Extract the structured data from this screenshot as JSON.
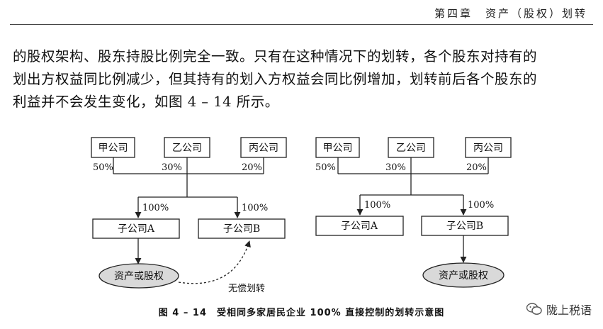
{
  "header": {
    "text": "第四章　资产（股权）划转"
  },
  "paragraph": {
    "lines": [
      "的股权架构、股东持股比例完全一致。只有在这种情况下的划转，各个股东对持有的",
      "划出方权益同比例减少，但其持有的划入方权益会同比例增加，划转前后各个股东的",
      "利益并不会发生变化，如图 4 – 14 所示。"
    ]
  },
  "left_diagram": {
    "shareholders": [
      {
        "name": "甲公司",
        "pct": "50%"
      },
      {
        "name": "乙公司",
        "pct": "30%"
      },
      {
        "name": "丙公司",
        "pct": "20%"
      }
    ],
    "sub_pct_a": "100%",
    "sub_pct_b": "100%",
    "sub_a": "子公司A",
    "sub_b": "子公司B",
    "asset": "资产或股权",
    "transfer_label": "无偿划转"
  },
  "right_diagram": {
    "shareholders": [
      {
        "name": "甲公司",
        "pct": "50%"
      },
      {
        "name": "乙公司",
        "pct": "30%"
      },
      {
        "name": "丙公司",
        "pct": "20%"
      }
    ],
    "sub_pct_a": "100%",
    "sub_pct_b": "100%",
    "sub_a": "子公司A",
    "sub_b": "子公司B",
    "asset": "资产或股权"
  },
  "caption": "图 4 – 14　受相同多家居民企业 100% 直接控制的划转示意图",
  "watermark": {
    "text": "陇上税语",
    "icon": "wechat-icon"
  },
  "colors": {
    "asset_fill": "#d9d9d9",
    "line": "#222222"
  }
}
